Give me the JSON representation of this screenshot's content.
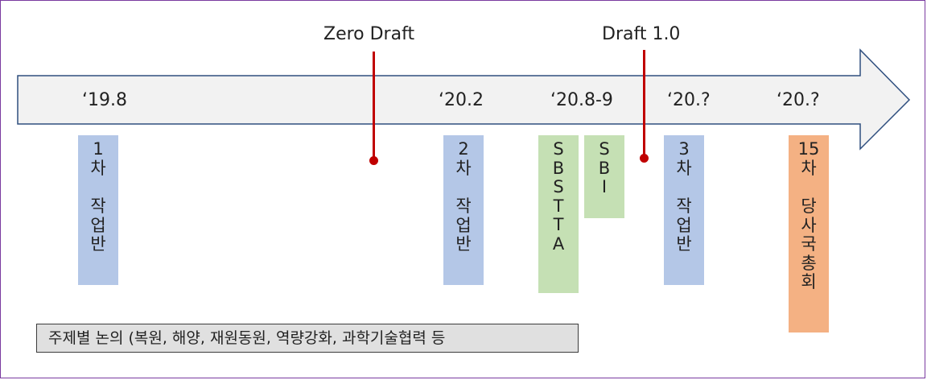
{
  "milestones": {
    "zero_draft": "Zero Draft",
    "draft_1": "Draft 1.0"
  },
  "dates": [
    "‘19.8",
    "‘20.2",
    "‘20.8-9",
    "‘20.?",
    "‘20.?"
  ],
  "events": {
    "wg1": {
      "lines": [
        "1",
        "차",
        "",
        "작",
        "업",
        "반"
      ]
    },
    "wg2": {
      "lines": [
        "2",
        "차",
        "",
        "작",
        "업",
        "반"
      ]
    },
    "sbstta": {
      "lines": [
        "S",
        "B",
        "S",
        "T",
        "T",
        "A"
      ]
    },
    "sbi": {
      "lines": [
        "S",
        "B",
        "I"
      ]
    },
    "wg3": {
      "lines": [
        "3",
        "차",
        "",
        "작",
        "업",
        "반"
      ]
    },
    "cop15": {
      "lines": [
        "15",
        "차",
        "",
        "당",
        "사",
        "국",
        "총",
        "회"
      ]
    }
  },
  "topics": "주제별 논의 (복원, 해양, 재원동원, 역량강화, 과학기술협력 등",
  "colors": {
    "working_group": "#b4c7e7",
    "sbstta": "#c5e0b4",
    "cop": "#f4b183",
    "milestone": "#c00000",
    "arrow_border": "#2f4f7f"
  }
}
